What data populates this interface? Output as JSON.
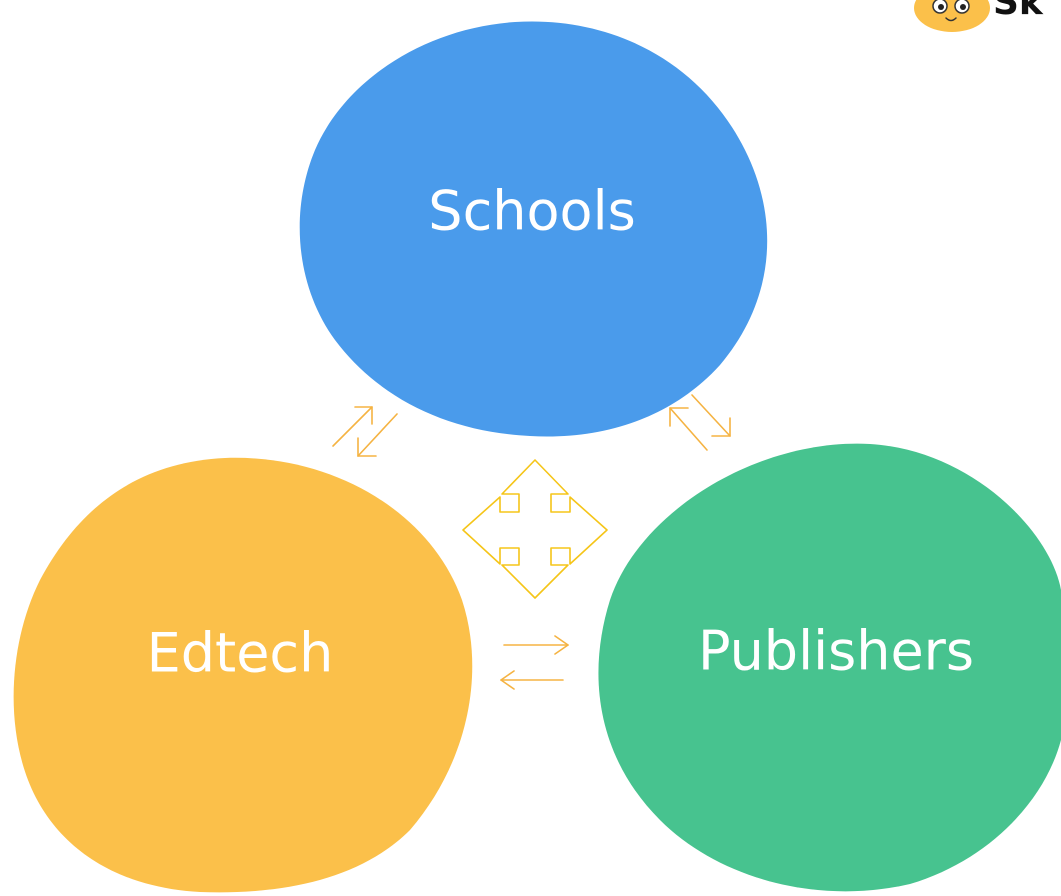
{
  "diagram": {
    "nodes": [
      {
        "id": "schools",
        "label": "Schools",
        "color": "#4A9BEB"
      },
      {
        "id": "edtech",
        "label": "Edtech",
        "color": "#FBC04A"
      },
      {
        "id": "publishers",
        "label": "Publishers",
        "color": "#47C38F"
      }
    ],
    "edges": [
      {
        "from": "schools",
        "to": "edtech",
        "direction": "bidirectional"
      },
      {
        "from": "schools",
        "to": "publishers",
        "direction": "bidirectional"
      },
      {
        "from": "edtech",
        "to": "publishers",
        "direction": "bidirectional"
      }
    ],
    "center_icon": "four-way-arrow-icon",
    "arrow_color": "#F5B342"
  },
  "logo": {
    "icon": "cat-face-icon",
    "text": "Sk",
    "text_color": "#111111"
  }
}
